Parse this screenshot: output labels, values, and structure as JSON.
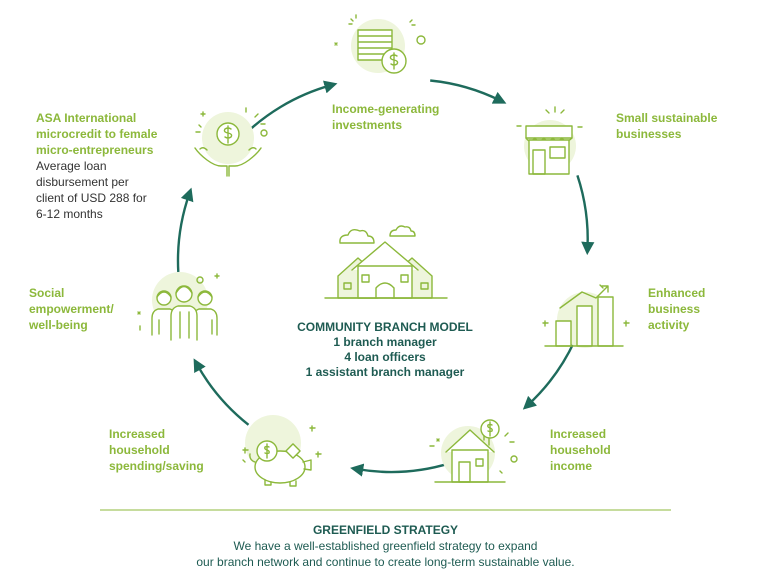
{
  "colors": {
    "cycle_line": "#1e6b5c",
    "icon_stroke": "#8cb83b",
    "icon_fill_light": "#eef5dc",
    "label_green": "#8cb83b",
    "body_text": "#333333",
    "heading_dark": "#1e5b52"
  },
  "cycle": {
    "steps": [
      {
        "icon": "coins-dollar-icon",
        "label": "Income-generating investments"
      },
      {
        "icon": "storefront-icon",
        "label": "Small sustainable businesses"
      },
      {
        "icon": "growth-bar-chart-icon",
        "label": "Enhanced business activity"
      },
      {
        "icon": "house-dollar-icon",
        "label": "Increased household income"
      },
      {
        "icon": "piggy-bank-icon",
        "label": "Increased household spending/saving"
      },
      {
        "icon": "women-group-icon",
        "label": "Social empowerment/ well-being"
      },
      {
        "icon": "hands-dollar-icon",
        "label": "ASA International microcredit to female micro-entrepreneurs",
        "detail": "Average loan disbursement per client of USD 288 for 6-12 months"
      }
    ]
  },
  "center": {
    "icon": "community-houses-icon",
    "title": "COMMUNITY BRANCH MODEL",
    "lines": [
      "1 branch manager",
      "4 loan officers",
      "1 assistant branch manager"
    ]
  },
  "footer": {
    "title": "GREENFIELD STRATEGY",
    "line1": "We have a well-established greenfield strategy to expand",
    "line2": "our branch network and continue to create long-term sustainable value."
  }
}
